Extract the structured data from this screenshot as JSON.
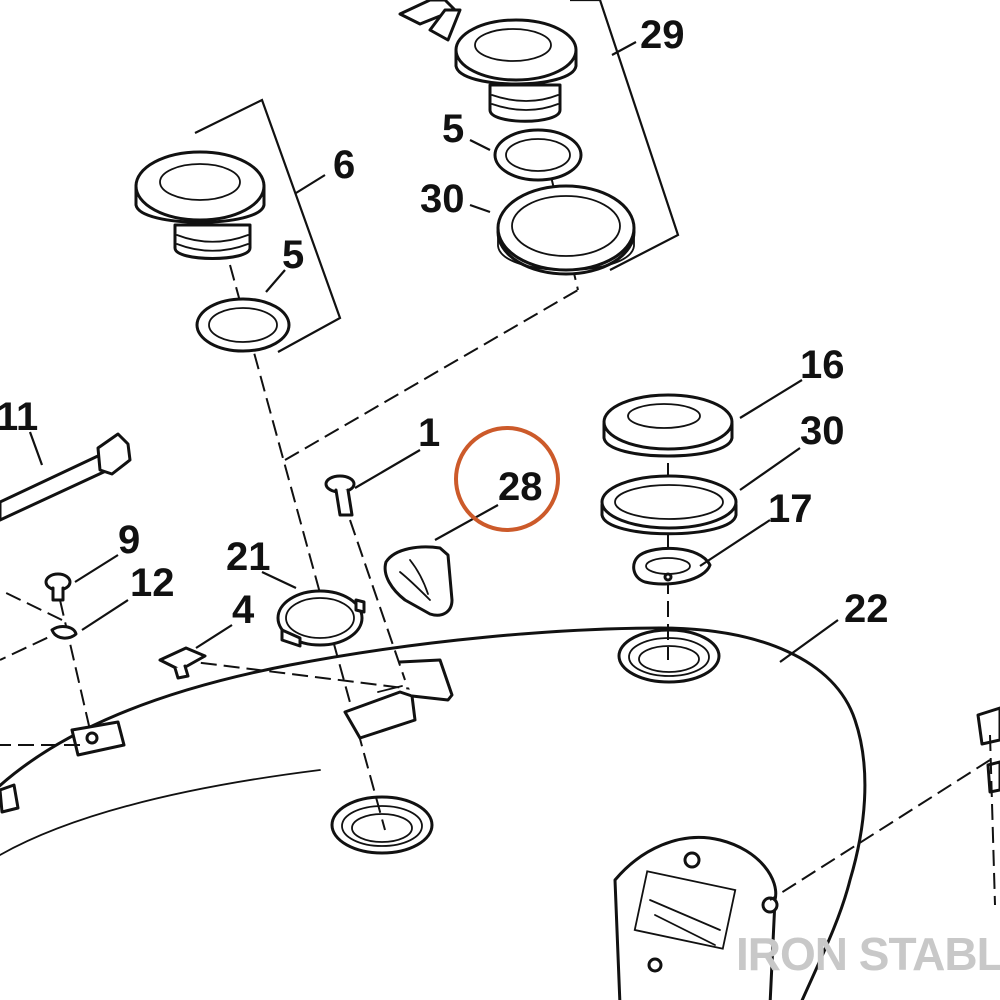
{
  "diagram": {
    "callouts": {
      "c1": "1",
      "c4": "4",
      "c5a": "5",
      "c5b": "5",
      "c6": "6",
      "c9": "9",
      "c11": "11",
      "c12": "12",
      "c16": "16",
      "c17": "17",
      "c21": "21",
      "c22": "22",
      "c28": "28",
      "c29": "29",
      "c30a": "30",
      "c30b": "30"
    },
    "highlighted_callout": "28",
    "highlight_color": "#cc5a2a",
    "watermark": "IRON STABLE"
  }
}
